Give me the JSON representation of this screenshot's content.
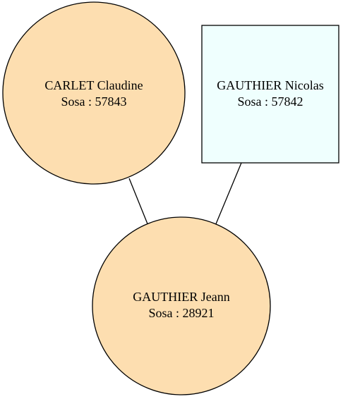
{
  "nodes": [
    {
      "id": "carlet-claudine",
      "name": "CARLET Claudine",
      "sosa": "Sosa : 57843",
      "shape": "circle",
      "fill": "#fddeb0"
    },
    {
      "id": "gauthier-nicolas",
      "name": "GAUTHIER Nicolas",
      "sosa": "Sosa : 57842",
      "shape": "box",
      "fill": "#effffe"
    },
    {
      "id": "gauthier-jeann",
      "name": "GAUTHIER Jeann",
      "sosa": "Sosa : 28921",
      "shape": "circle",
      "fill": "#fddeb0"
    }
  ],
  "edges": [
    {
      "from": "carlet-claudine",
      "to": "gauthier-jeann"
    },
    {
      "from": "gauthier-nicolas",
      "to": "gauthier-jeann"
    }
  ]
}
